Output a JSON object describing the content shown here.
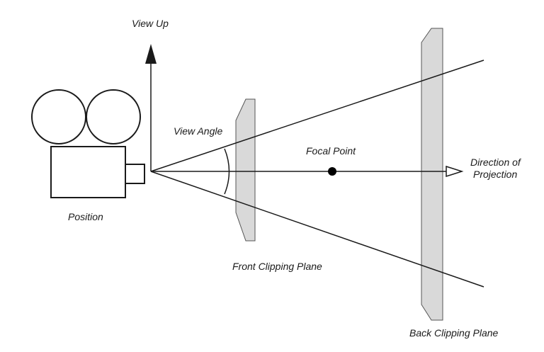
{
  "labels": {
    "view_up": "View Up",
    "view_angle": "View Angle",
    "focal_point": "Focal Point",
    "direction_line1": "Direction of",
    "direction_line2": "Projection",
    "position": "Position",
    "front_clipping_plane": "Front Clipping Plane",
    "back_clipping_plane": "Back Clipping Plane"
  },
  "colors": {
    "stroke": "#1a1a1a",
    "plane_fill": "#d9d9d9",
    "background": "#ffffff"
  }
}
